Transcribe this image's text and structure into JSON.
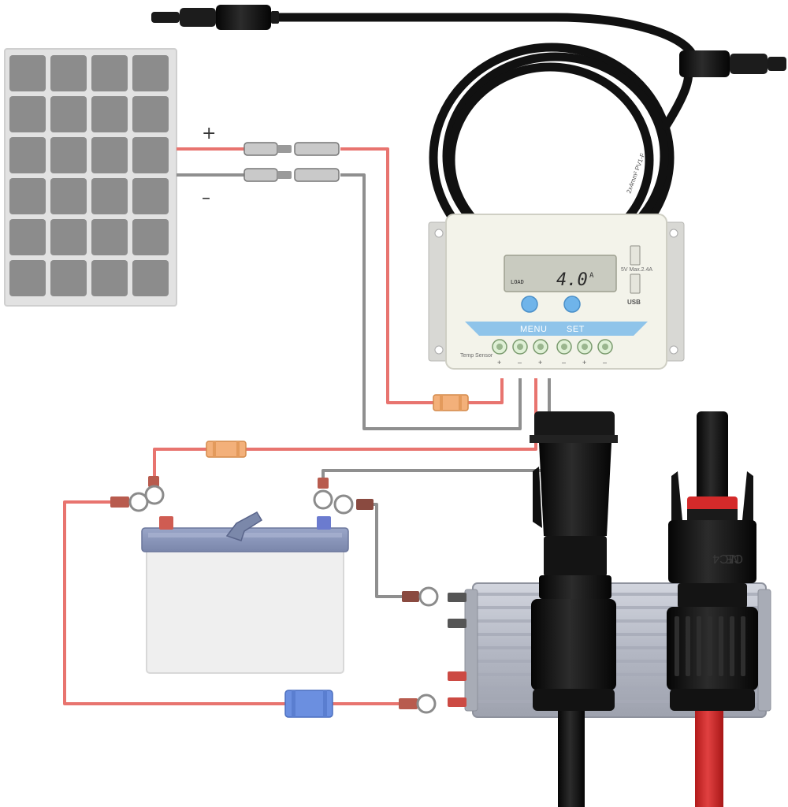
{
  "diagram": {
    "panel_labels": {
      "positive": "+",
      "negative": "–"
    },
    "controller": {
      "lcd_left_label": "LOAD",
      "lcd_value": "4.0",
      "lcd_unit": "A",
      "usb_spec": "5V   Max.2.4A",
      "usb_label": "USB",
      "menu_label": "MENU",
      "set_label": "SET",
      "temp_sensor_label": "Temp\nSensor",
      "terminal_marks": [
        "+",
        "–",
        "+",
        "–",
        "+",
        "–"
      ]
    },
    "cable_print": "2x4mm² PV1-F",
    "connector_marks": [
      "MC4",
      "CE"
    ],
    "colors": {
      "wire_positive": "#e8746f",
      "wire_negative": "#8f8f8f",
      "cable_black": "#111111",
      "cable_red": "#d42a2a",
      "controller_face": "#f3f3ea",
      "controller_band": "#8fc4ea",
      "button_blue": "#6fb4ea",
      "fuse_orange": "#f3b07a",
      "fuse_blue": "#6b8fe0",
      "inverter_silver": "#b8bcc8"
    },
    "icons": [
      "solar-panel-icon",
      "charge-controller-icon",
      "battery-icon",
      "inverter-icon",
      "mc4-connector-icon"
    ]
  }
}
